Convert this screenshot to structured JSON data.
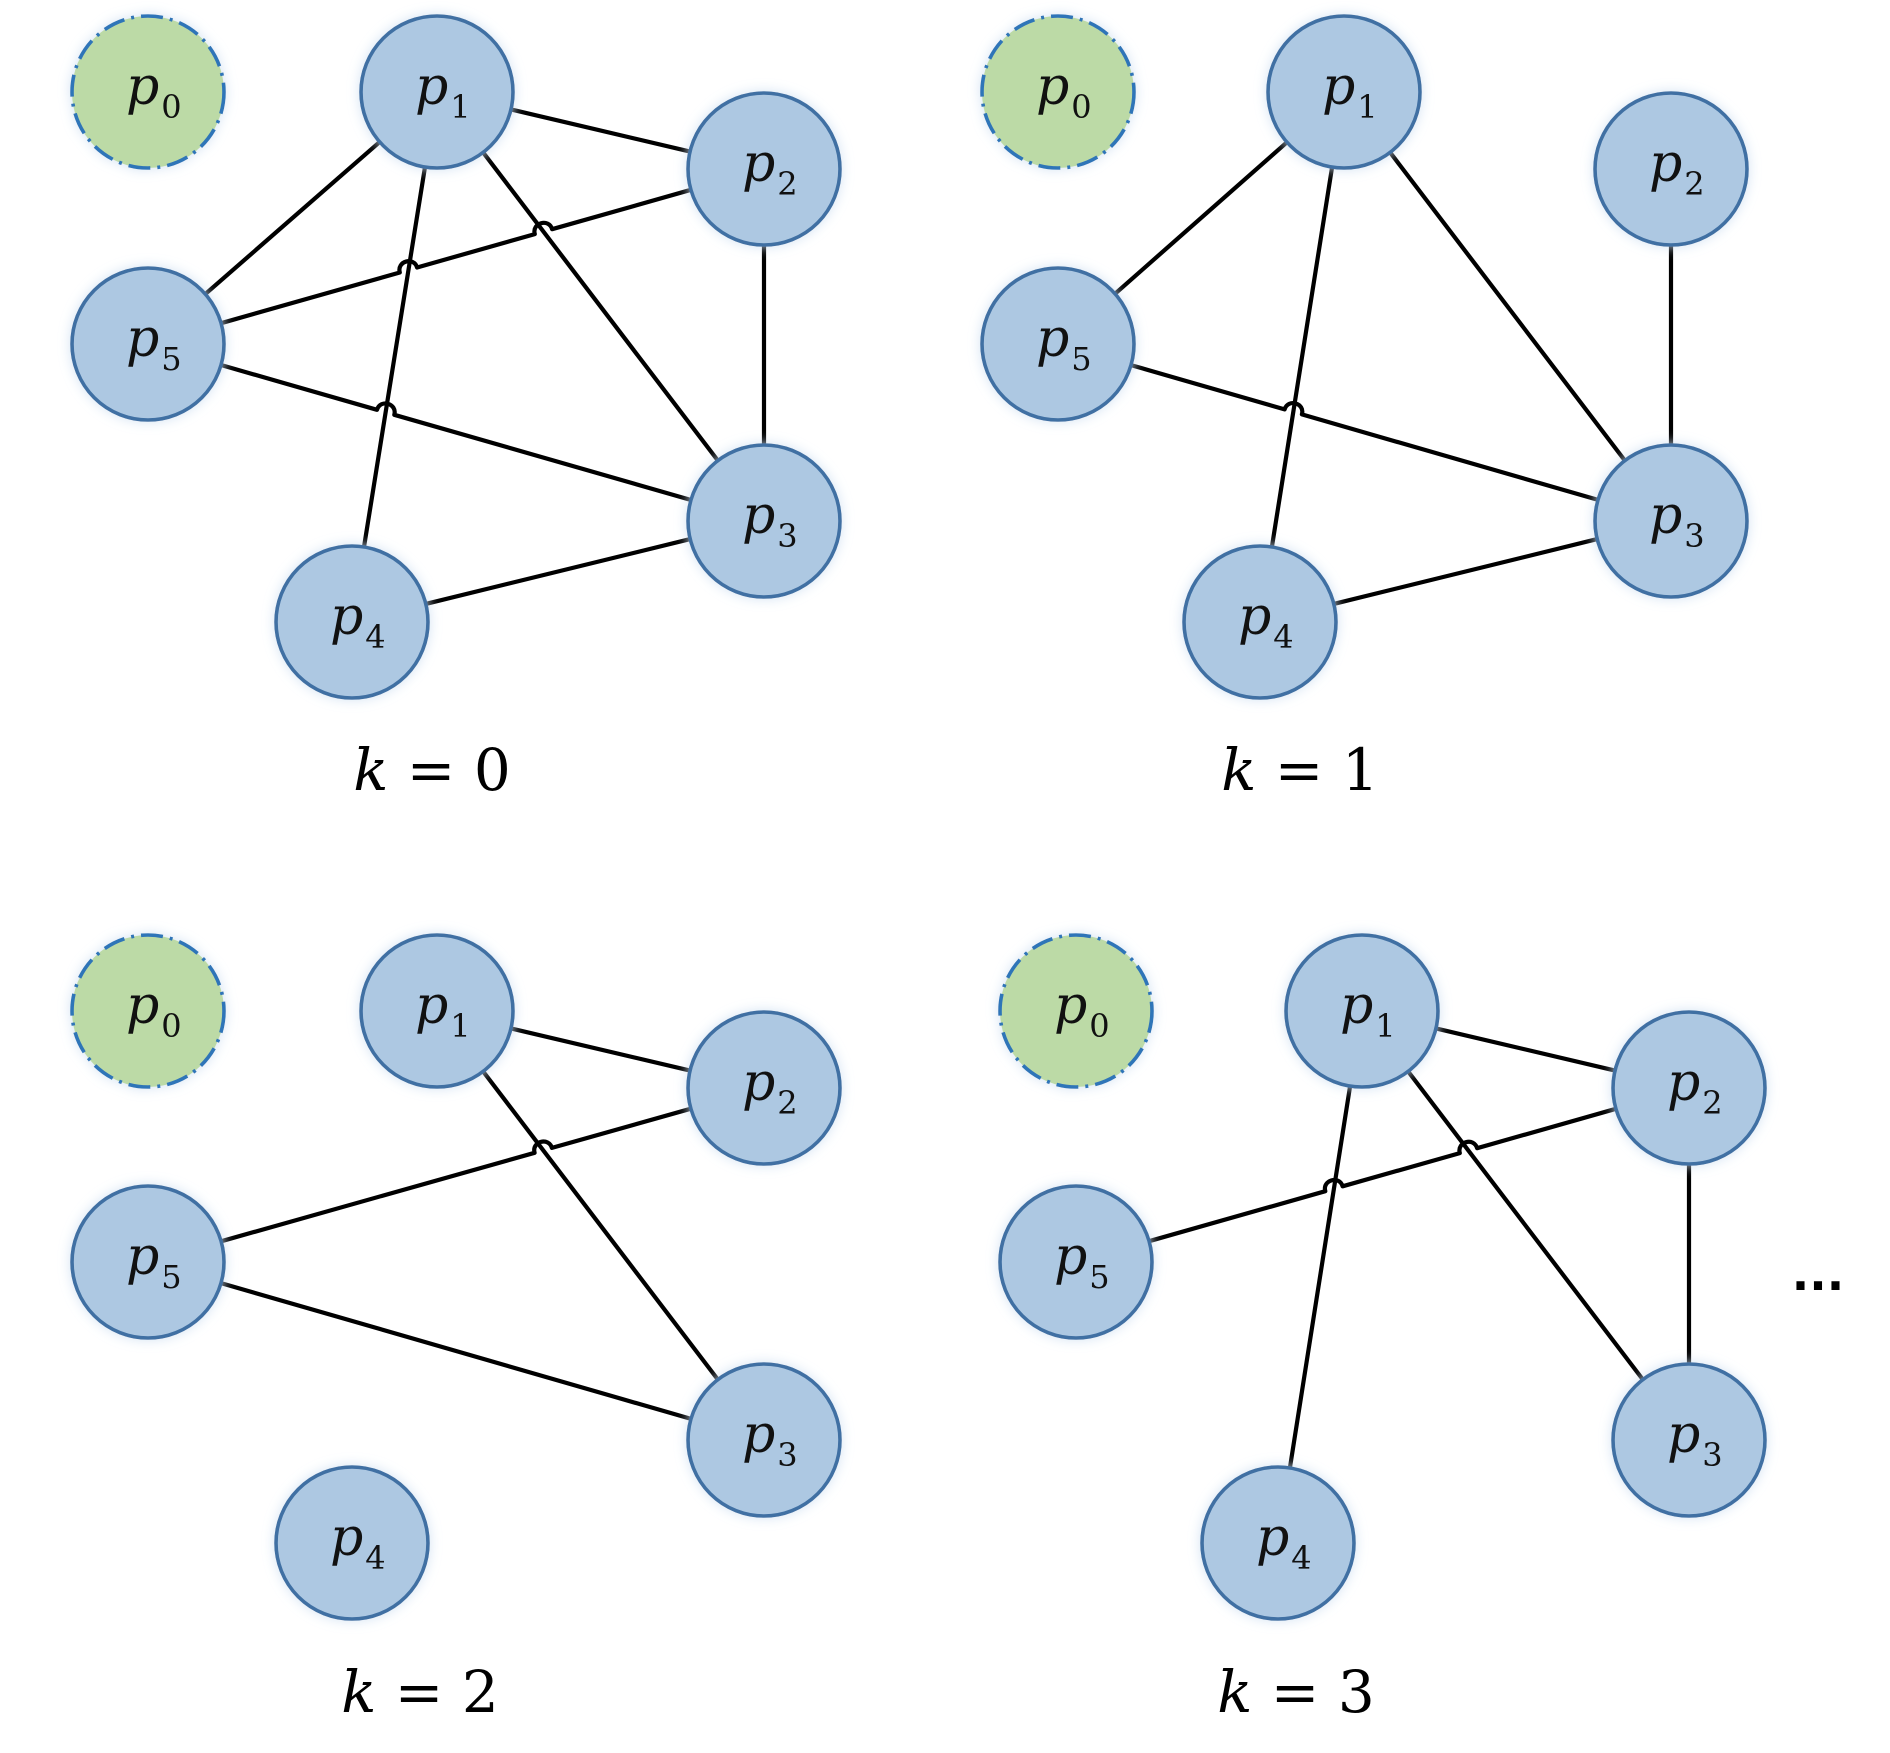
{
  "colors": {
    "node_fill": "#adc8e2",
    "node_stroke": "#3f6fa3",
    "special_fill": "#bcdaa6",
    "special_stroke": "#2f74b8",
    "edge": "#000000"
  },
  "node_names": [
    "p0",
    "p1",
    "p2",
    "p3",
    "p4",
    "p5"
  ],
  "special_node": "p0",
  "panels": [
    {
      "caption": "k = 0",
      "edges": [
        [
          "p1",
          "p2"
        ],
        [
          "p1",
          "p5"
        ],
        [
          "p1",
          "p4"
        ],
        [
          "p1",
          "p3"
        ],
        [
          "p2",
          "p3"
        ],
        [
          "p2",
          "p5"
        ],
        [
          "p5",
          "p3"
        ],
        [
          "p4",
          "p3"
        ]
      ]
    },
    {
      "caption": "k = 1",
      "edges": [
        [
          "p1",
          "p5"
        ],
        [
          "p1",
          "p4"
        ],
        [
          "p1",
          "p3"
        ],
        [
          "p2",
          "p3"
        ],
        [
          "p5",
          "p3"
        ],
        [
          "p4",
          "p3"
        ]
      ]
    },
    {
      "caption": "k = 2",
      "edges": [
        [
          "p1",
          "p2"
        ],
        [
          "p1",
          "p3"
        ],
        [
          "p2",
          "p5"
        ],
        [
          "p5",
          "p3"
        ]
      ]
    },
    {
      "caption": "k = 3",
      "edges": [
        [
          "p1",
          "p2"
        ],
        [
          "p1",
          "p4"
        ],
        [
          "p1",
          "p3"
        ],
        [
          "p2",
          "p3"
        ],
        [
          "p2",
          "p5"
        ]
      ]
    }
  ],
  "continuation": "..."
}
